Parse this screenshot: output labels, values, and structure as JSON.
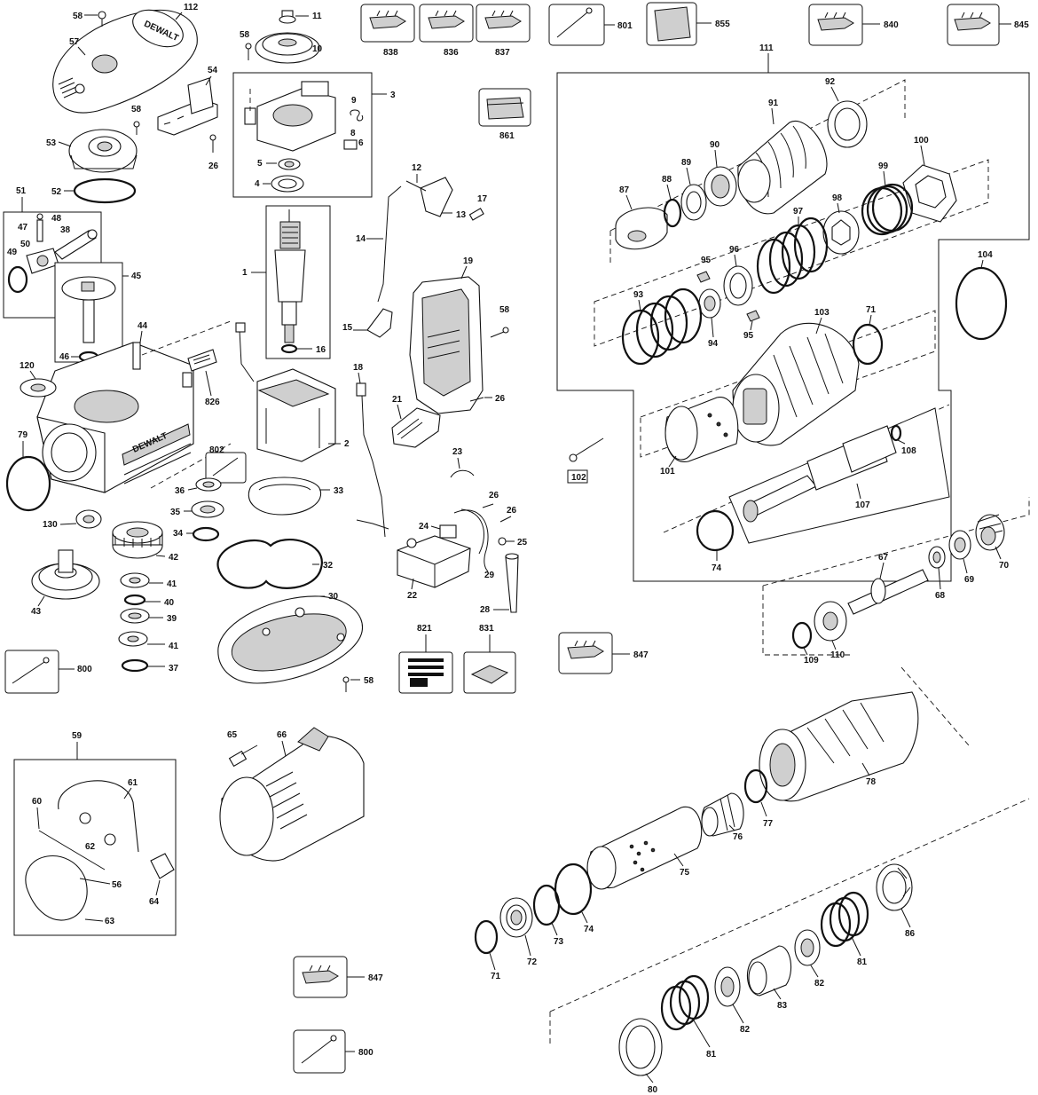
{
  "diagram": {
    "part_numbers": {
      "p1": "1",
      "p2": "2",
      "p3": "3",
      "p4": "4",
      "p5": "5",
      "p6": "6",
      "p8": "8",
      "p9": "9",
      "p10": "10",
      "p11": "11",
      "p12": "12",
      "p13": "13",
      "p14": "14",
      "p15": "15",
      "p16": "16",
      "p17": "17",
      "p18": "18",
      "p19": "19",
      "p21": "21",
      "p22": "22",
      "p23": "23",
      "p24": "24",
      "p25": "25",
      "p26a": "26",
      "p26b": "26",
      "p26c": "26",
      "p26d": "26",
      "p28": "28",
      "p29": "29",
      "p30": "30",
      "p32": "32",
      "p33": "33",
      "p34": "34",
      "p35": "35",
      "p36": "36",
      "p37": "37",
      "p38": "38",
      "p39": "39",
      "p40": "40",
      "p41a": "41",
      "p41b": "41",
      "p42": "42",
      "p43": "43",
      "p44": "44",
      "p45": "45",
      "p46": "46",
      "p47": "47",
      "p48": "48",
      "p49": "49",
      "p50": "50",
      "p51": "51",
      "p52": "52",
      "p53": "53",
      "p54": "54",
      "p56": "56",
      "p57": "57",
      "p58a": "58",
      "p58b": "58",
      "p58c": "58",
      "p58d": "58",
      "p58e": "58",
      "p59": "59",
      "p60": "60",
      "p61": "61",
      "p62": "62",
      "p63": "63",
      "p64": "64",
      "p65": "65",
      "p66": "66",
      "p67": "67",
      "p68": "68",
      "p69": "69",
      "p70": "70",
      "p71a": "71",
      "p71b": "71",
      "p72": "72",
      "p73": "73",
      "p74a": "74",
      "p74b": "74",
      "p75": "75",
      "p76": "76",
      "p77": "77",
      "p78": "78",
      "p79": "79",
      "p80": "80",
      "p81a": "81",
      "p81b": "81",
      "p82a": "82",
      "p82b": "82",
      "p83": "83",
      "p86": "86",
      "p87": "87",
      "p88": "88",
      "p89": "89",
      "p90": "90",
      "p91": "91",
      "p92": "92",
      "p93": "93",
      "p94": "94",
      "p95a": "95",
      "p95b": "95",
      "p96": "96",
      "p97": "97",
      "p98": "98",
      "p99": "99",
      "p100": "100",
      "p101": "101",
      "p102": "102",
      "p103": "103",
      "p104": "104",
      "p107": "107",
      "p108": "108",
      "p109": "109",
      "p110": "110",
      "p111": "111",
      "p112": "112",
      "p120": "120",
      "p130": "130"
    },
    "kit_labels": {
      "k838": "838",
      "k836": "836",
      "k837": "837",
      "k801": "801",
      "k855": "855",
      "k840": "840",
      "k845": "845",
      "k861": "861",
      "k826": "826",
      "k802": "802",
      "k800a": "800",
      "k821": "821",
      "k831": "831",
      "k847a": "847",
      "k847b": "847",
      "k800b": "800"
    },
    "brand_text": "DEWALT"
  }
}
